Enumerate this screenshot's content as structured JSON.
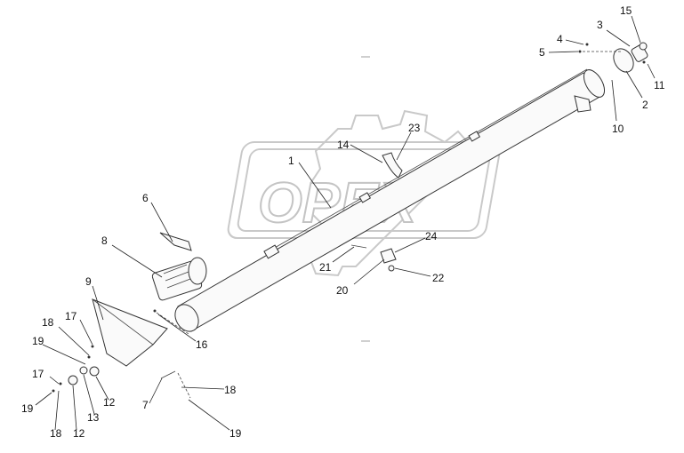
{
  "watermark": {
    "text": "OPEX"
  },
  "callouts": [
    {
      "id": "c15",
      "text": "15"
    },
    {
      "id": "c3",
      "text": "3"
    },
    {
      "id": "c4",
      "text": "4"
    },
    {
      "id": "c5",
      "text": "5"
    },
    {
      "id": "c11",
      "text": "11"
    },
    {
      "id": "c2",
      "text": "2"
    },
    {
      "id": "c10",
      "text": "10"
    },
    {
      "id": "c23",
      "text": "23"
    },
    {
      "id": "c14",
      "text": "14"
    },
    {
      "id": "c1",
      "text": "1"
    },
    {
      "id": "c6",
      "text": "6"
    },
    {
      "id": "c8",
      "text": "8"
    },
    {
      "id": "c24",
      "text": "24"
    },
    {
      "id": "c21",
      "text": "21"
    },
    {
      "id": "c22",
      "text": "22"
    },
    {
      "id": "c20",
      "text": "20"
    },
    {
      "id": "c9",
      "text": "9"
    },
    {
      "id": "c17a",
      "text": "17"
    },
    {
      "id": "c18a",
      "text": "18"
    },
    {
      "id": "c19a",
      "text": "19"
    },
    {
      "id": "c16",
      "text": "16"
    },
    {
      "id": "c12a",
      "text": "12"
    },
    {
      "id": "c17b",
      "text": "17"
    },
    {
      "id": "c13",
      "text": "13"
    },
    {
      "id": "c19b",
      "text": "19"
    },
    {
      "id": "c18b",
      "text": "18"
    },
    {
      "id": "c12b",
      "text": "12"
    },
    {
      "id": "c7",
      "text": "7"
    },
    {
      "id": "c18c",
      "text": "18"
    },
    {
      "id": "c19c",
      "text": "19"
    }
  ]
}
